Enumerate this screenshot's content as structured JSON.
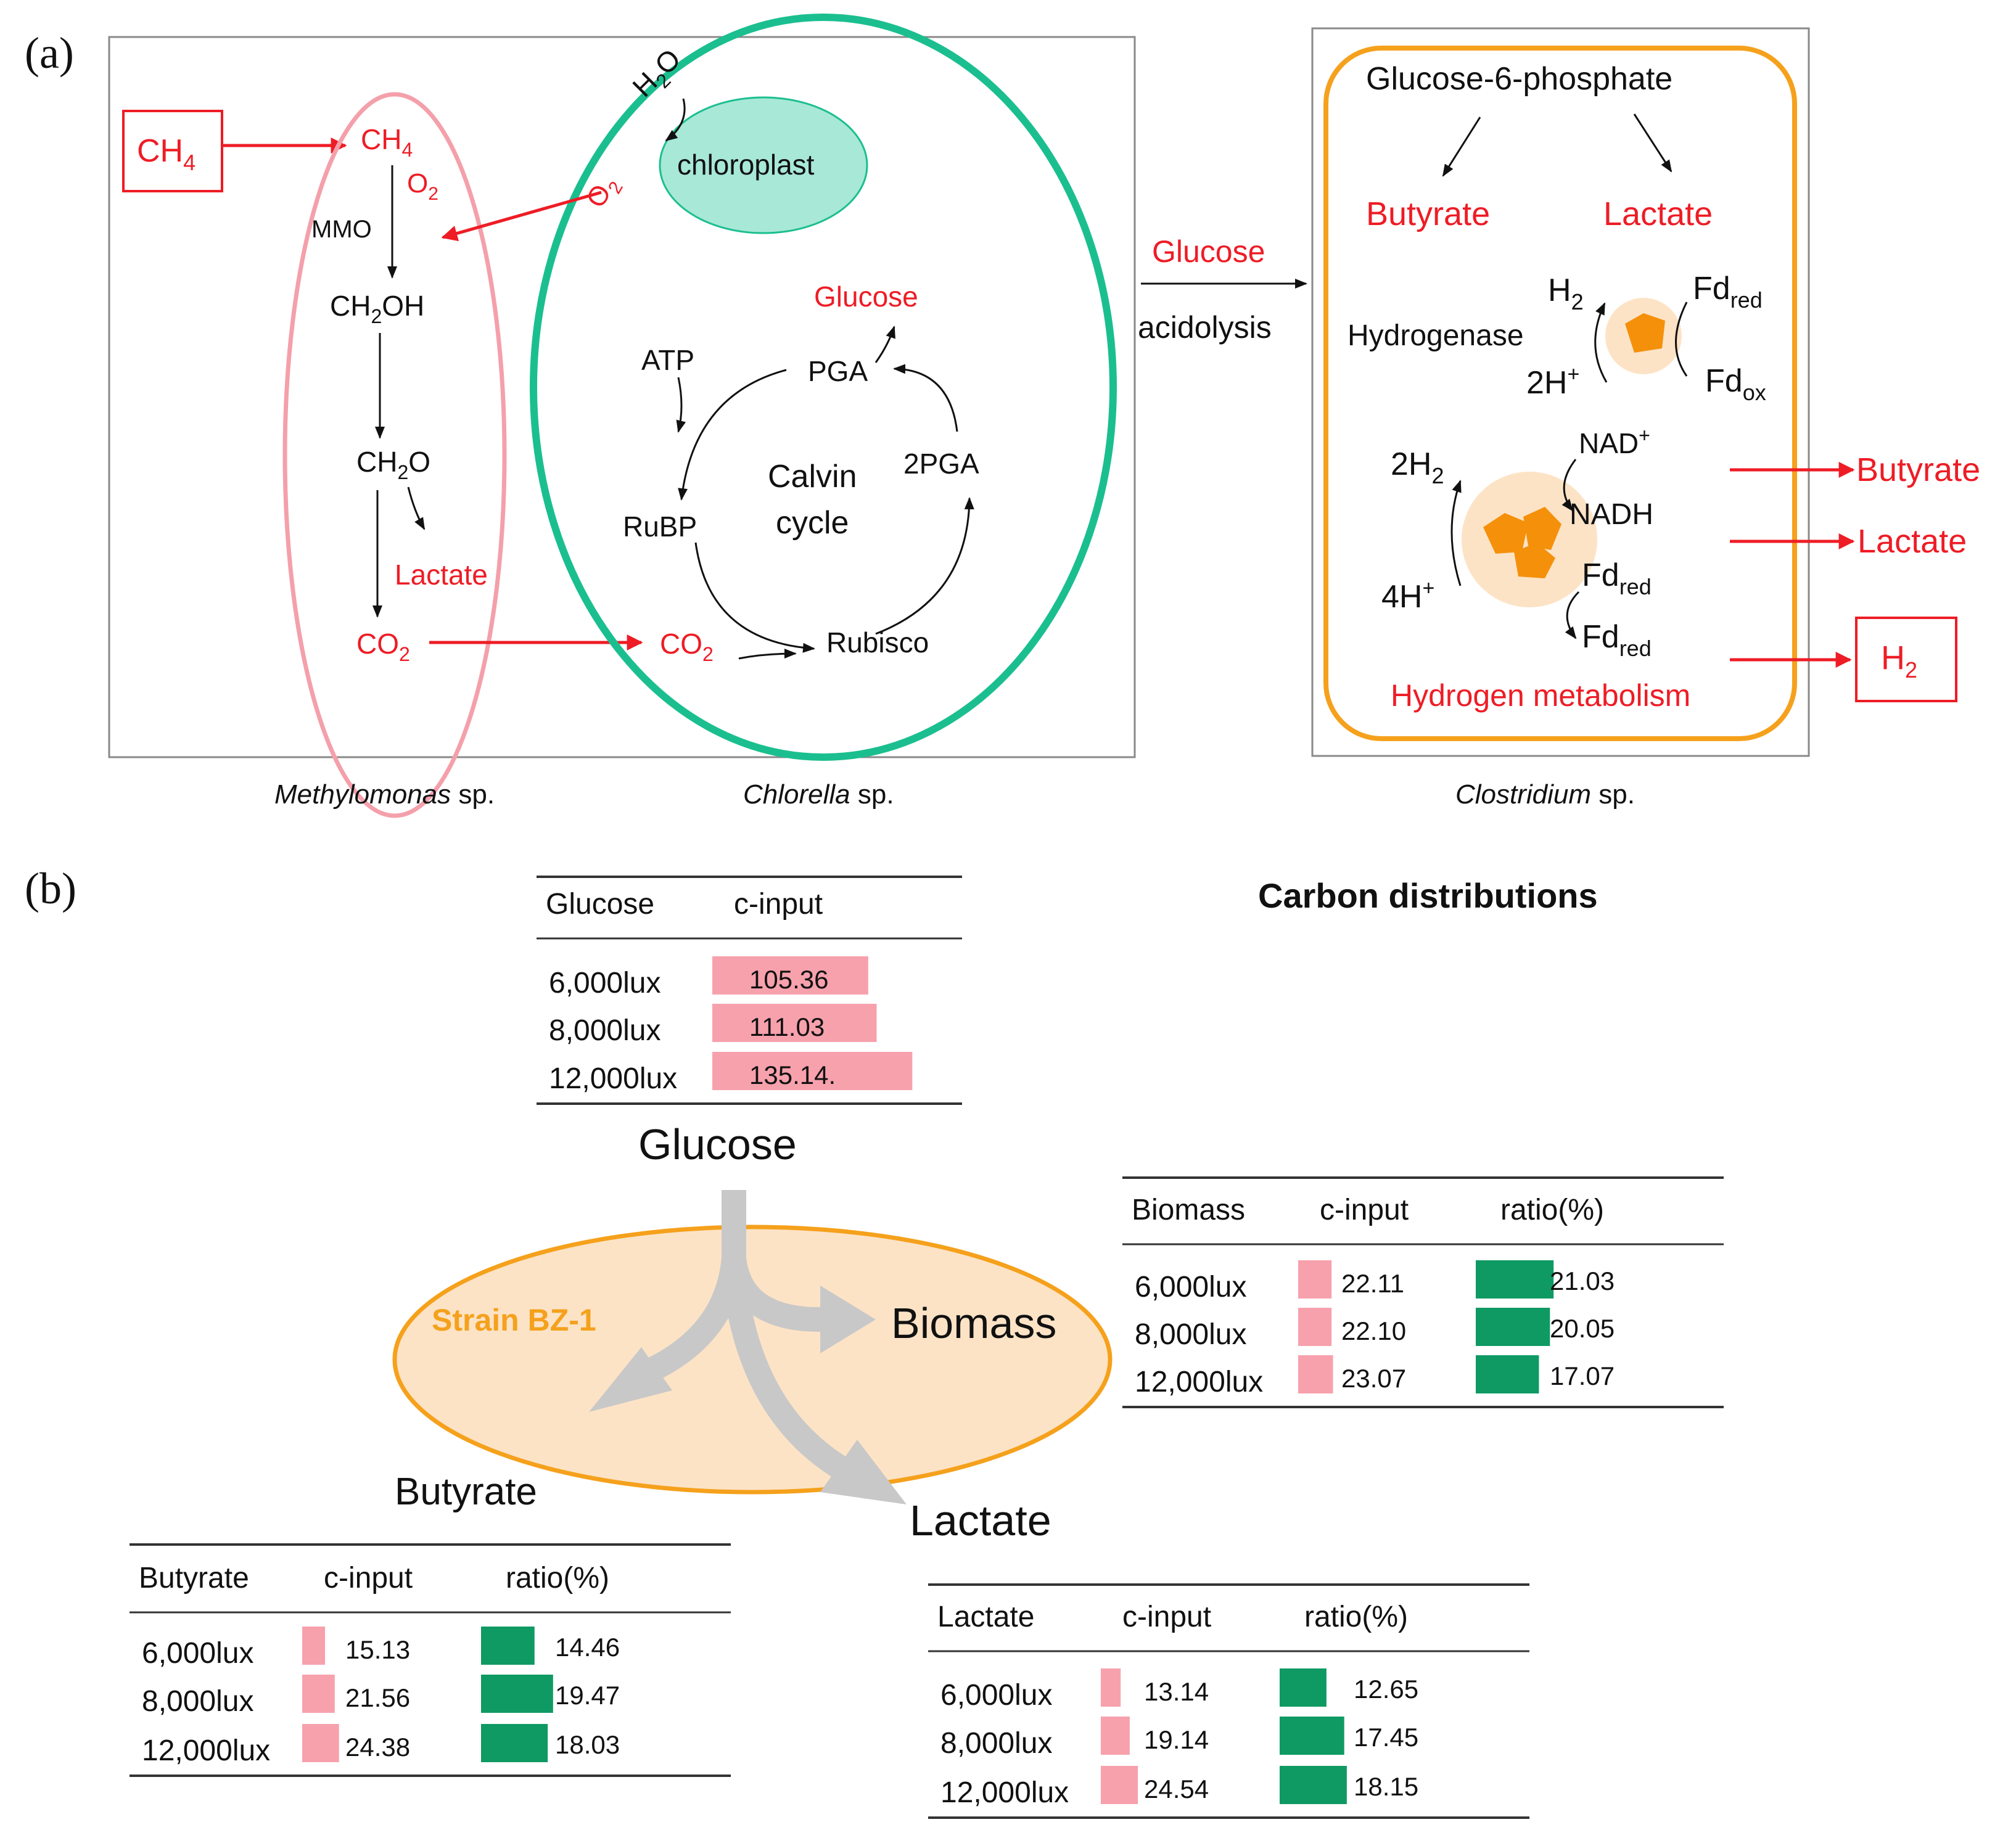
{
  "colors": {
    "red": "#ee1c25",
    "pink_ellipse": "#f4a0ab",
    "green_cell": "#1bbf8f",
    "chloroplast_fill": "#a8e8d6",
    "orange": "#f5a11c",
    "bz1_fill": "#fde3c6",
    "cinput_bar": "#f7a1ad",
    "ratio_bar": "#0f9a63",
    "gray_arrow": "#c8c8c8",
    "text": "#111111"
  },
  "panel_a": {
    "label": "(a)",
    "ch4_box": "CH",
    "ch4_box_sub": "4",
    "methylomonas": {
      "ch4": "CH",
      "ch4_sub": "4",
      "o2": "O",
      "o2_sub": "2",
      "mmo": "MMO",
      "ch2oh_a": "CH",
      "ch2oh_sub": "2",
      "ch2oh_b": "OH",
      "ch2o_a": "CH",
      "ch2o_sub": "2",
      "ch2o_b": "O",
      "lactate": "Lactate",
      "co2": "CO",
      "co2_sub": "2",
      "caption_italic": "Methylomonas",
      "caption_rest": " sp."
    },
    "chlorella": {
      "h2o_a": "H",
      "h2o_sub": "2",
      "h2o_b": "O",
      "o2": "O",
      "o2_sub": "2",
      "chloroplast": "chloroplast",
      "glucose": "Glucose",
      "atp": "ATP",
      "pga": "PGA",
      "rubp": "RuBP",
      "calvin1": "Calvin",
      "calvin2": "cycle",
      "twopga": "2PGA",
      "co2": "CO",
      "co2_sub": "2",
      "rubisco": "Rubisco",
      "caption_italic": "Chlorella",
      "caption_rest": " sp."
    },
    "transfer": {
      "glucose": "Glucose",
      "acidolysis": "acidolysis"
    },
    "clostridium": {
      "g6p": "Glucose-6-phosphate",
      "butyrate": "Butyrate",
      "lactate": "Lactate",
      "h2": "H",
      "h2_sub": "2",
      "fd_red": "Fd",
      "fd_red_sub": "red",
      "hydrogenase": "Hydrogenase",
      "two_h_plus": "2H",
      "plus": "+",
      "fd_ox": "Fd",
      "fd_ox_sub": "ox",
      "two_h2": "2H",
      "two_h2_sub": "2",
      "nad_plus": "NAD",
      "nadh": "NADH",
      "four_h_plus": "4H",
      "fd_red2": "Fd",
      "fd_red2_sub": "red",
      "fd_red3": "Fd",
      "fd_red3_sub": "red",
      "hydrogen_metabolism": "Hydrogen metabolism",
      "out_butyrate": "Butyrate",
      "out_lactate": "Lactate",
      "out_h2": "H",
      "out_h2_sub": "2",
      "caption_italic": "Clostridium",
      "caption_rest": "  sp."
    }
  },
  "panel_b": {
    "label": "(b)",
    "title": "Carbon distributions",
    "strain": "Strain BZ-1",
    "nodes": {
      "glucose": "Glucose",
      "biomass": "Biomass",
      "butyrate": "Butyrate",
      "lactate": "Lactate"
    }
  },
  "chart_data": [
    {
      "type": "table",
      "name": "Glucose",
      "columns": [
        "Glucose",
        "c-input"
      ],
      "rows": [
        "6,000lux",
        "8,000lux",
        "12,000lux"
      ],
      "c_input": [
        105.36,
        111.03,
        135.14
      ],
      "c_input_labels": [
        "105.36",
        "111.03",
        "135.14."
      ]
    },
    {
      "type": "table",
      "name": "Biomass",
      "columns": [
        "Biomass",
        "c-input",
        "ratio(%)"
      ],
      "rows": [
        "6,000lux",
        "8,000lux",
        "12,000lux"
      ],
      "c_input": [
        22.11,
        22.1,
        23.07
      ],
      "c_input_labels": [
        "22.11",
        "22.10",
        "23.07"
      ],
      "ratio": [
        21.03,
        20.05,
        17.07
      ],
      "ratio_labels": [
        "21.03",
        "20.05",
        "17.07"
      ]
    },
    {
      "type": "table",
      "name": "Butyrate",
      "columns": [
        "Butyrate",
        "c-input",
        "ratio(%)"
      ],
      "rows": [
        "6,000lux",
        "8,000lux",
        "12,000lux"
      ],
      "c_input": [
        15.13,
        21.56,
        24.38
      ],
      "c_input_labels": [
        "15.13",
        "21.56",
        "24.38"
      ],
      "ratio": [
        14.46,
        19.47,
        18.03
      ],
      "ratio_labels": [
        "14.46",
        "19.47",
        "18.03"
      ]
    },
    {
      "type": "table",
      "name": "Lactate",
      "columns": [
        "Lactate",
        "c-input",
        "ratio(%)"
      ],
      "rows": [
        "6,000lux",
        "8,000lux",
        "12,000lux"
      ],
      "c_input": [
        13.14,
        19.14,
        24.54
      ],
      "c_input_labels": [
        "13.14",
        "19.14",
        "24.54"
      ],
      "ratio": [
        12.65,
        17.45,
        18.15
      ],
      "ratio_labels": [
        "12.65",
        "17.45",
        "18.15"
      ]
    }
  ]
}
